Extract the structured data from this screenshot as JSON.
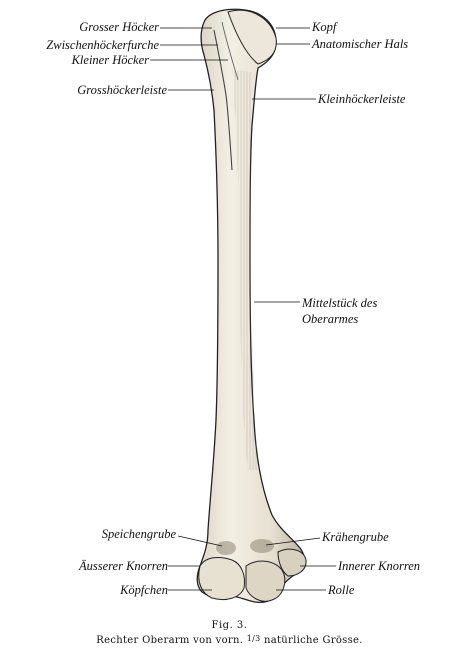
{
  "figure": {
    "fig_number": "Fig. 3.",
    "caption_before_fraction": "Rechter Oberarm von vorn.",
    "caption_fraction": "1/3",
    "caption_after_fraction": "natürliche Grösse."
  },
  "labels": {
    "grosser_hoecker": "Grosser Höcker",
    "zwischenhoeckerfurche": "Zwischenhöckerfurche",
    "kleiner_hoecker": "Kleiner Höcker",
    "grosshoeckerleiste": "Grosshöckerleiste",
    "kopf": "Kopf",
    "anatomischer_hals": "Anatomischer Hals",
    "kleinhoeckerleiste": "Kleinhöckerleiste",
    "mittelstueck_line1": "Mittelstück des",
    "mittelstueck_line2": "Oberarmes",
    "speichengrube": "Speichengrube",
    "aeusserer_knorren": "Äusserer Knorren",
    "koepfchen": "Köpfchen",
    "kraehengrube": "Krähengrube",
    "innerer_knorren": "Innerer Knorren",
    "rolle": "Rolle"
  },
  "colors": {
    "bone_fill": "#eeeadf",
    "bone_shade": "#b8b2a2",
    "ink": "#111111"
  }
}
